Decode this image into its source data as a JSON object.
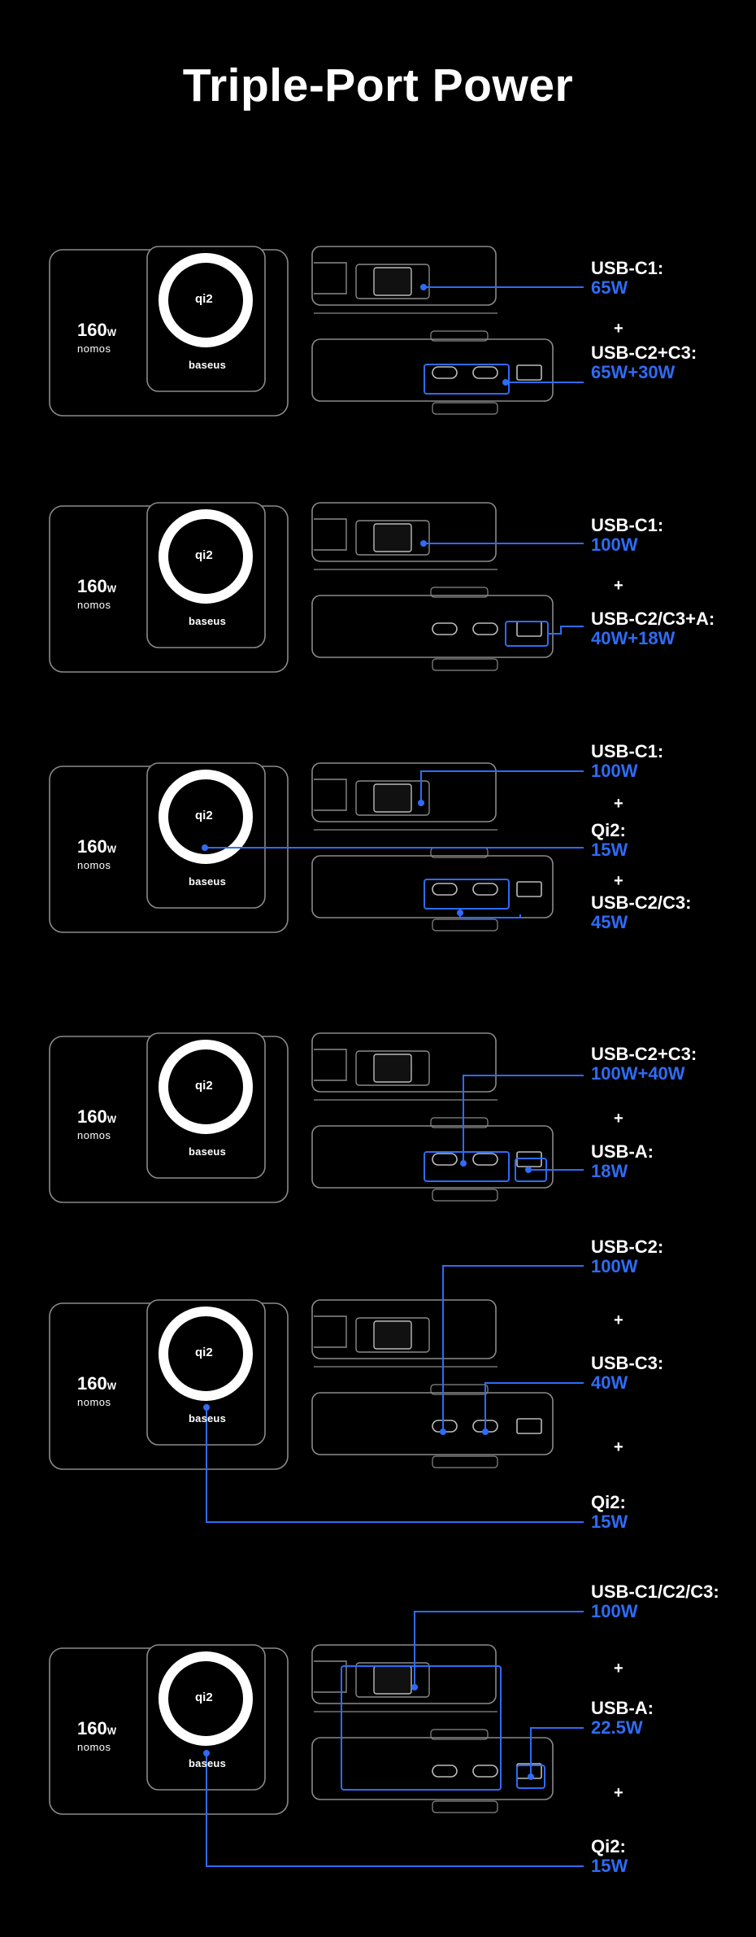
{
  "page": {
    "title": "Triple-Port Power"
  },
  "colors": {
    "accent": "#2e6cf6",
    "background": "#000000",
    "text": "#ffffff"
  },
  "device": {
    "brand": "baseus",
    "wattage": "160",
    "unit": "W",
    "series": "nomos",
    "qi_mark": "qi2",
    "port_c": "USB-C",
    "port_a": "USB-A"
  },
  "sections": [
    {
      "labels": [
        {
          "name": "USB-C1:",
          "value": "65W"
        },
        {
          "name": "USB-C2+C3:",
          "value": "65W+30W"
        }
      ],
      "pluses": [
        "+"
      ]
    },
    {
      "labels": [
        {
          "name": "USB-C1:",
          "value": "100W"
        },
        {
          "name": "USB-C2/C3+A:",
          "value": "40W+18W"
        }
      ],
      "pluses": [
        "+"
      ]
    },
    {
      "labels": [
        {
          "name": "USB-C1:",
          "value": "100W"
        },
        {
          "name": "Qi2:",
          "value": "15W"
        },
        {
          "name": "USB-C2/C3:",
          "value": "45W"
        }
      ],
      "pluses": [
        "+",
        "+"
      ]
    },
    {
      "labels": [
        {
          "name": "USB-C2+C3:",
          "value": "100W+40W"
        },
        {
          "name": "USB-A:",
          "value": "18W"
        }
      ],
      "pluses": [
        "+"
      ]
    },
    {
      "labels": [
        {
          "name": "USB-C2:",
          "value": "100W"
        },
        {
          "name": "USB-C3:",
          "value": "40W"
        },
        {
          "name": "Qi2:",
          "value": "15W"
        }
      ],
      "pluses": [
        "+",
        "+"
      ]
    },
    {
      "labels": [
        {
          "name": "USB-C1/C2/C3:",
          "value": "100W"
        },
        {
          "name": "USB-A:",
          "value": "22.5W"
        },
        {
          "name": "Qi2:",
          "value": "15W"
        }
      ],
      "pluses": [
        "+",
        "+"
      ]
    }
  ]
}
